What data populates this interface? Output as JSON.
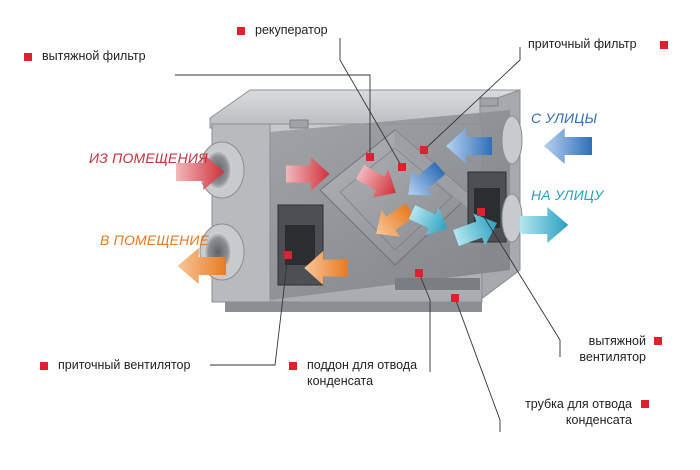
{
  "labels": {
    "exhaust_filter": "вытяжной фильтр",
    "recuperator": "рекуператор",
    "supply_filter": "приточный фильтр",
    "supply_fan": "приточный вентилятор",
    "exhaust_fan_line1": "вытяжной",
    "exhaust_fan_line2": "вентилятор",
    "condensate_tray_line1": "поддон для отвода",
    "condensate_tray_line2": "конденсата",
    "condensate_tube_line1": "трубка для отвода",
    "condensate_tube_line2": "конденсата"
  },
  "flows": {
    "from_room": "ИЗ ПОМЕЩЕНИЯ",
    "to_room": "В ПОМЕЩЕНИЕ",
    "from_street": "С УЛИЦЫ",
    "to_street": "НА УЛИЦУ"
  },
  "colors": {
    "marker": "#e0202e",
    "from_room": "#c8303a",
    "to_room": "#e87a22",
    "from_street": "#2f6fb8",
    "to_street": "#2aa0c0"
  }
}
